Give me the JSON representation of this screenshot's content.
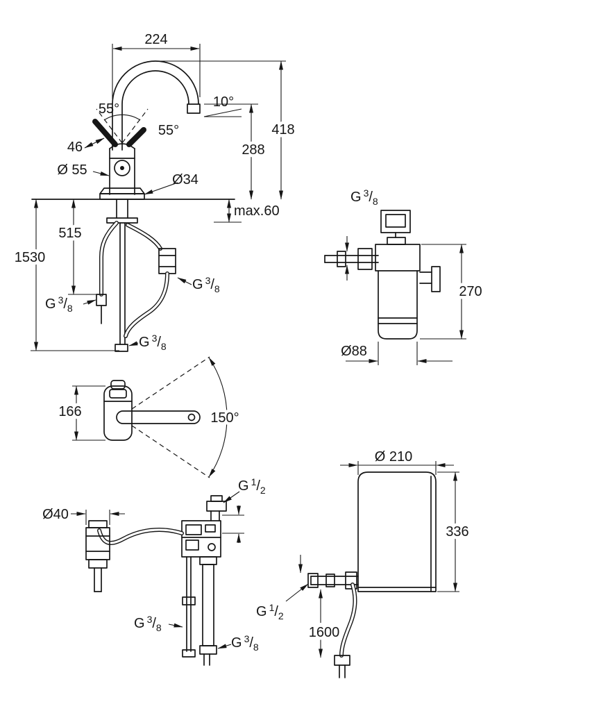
{
  "drawing": {
    "background": "#ffffff",
    "line_color": "#161616",
    "views": {
      "faucet_side": {
        "width_top": "224",
        "spout_angle": "10°",
        "lever_angle_left": "55°",
        "lever_angle_right": "55°",
        "lever_width": "46",
        "body_diameter": "Ø 55",
        "base_diameter": "Ø34",
        "height_total": "418",
        "height_spout": "288",
        "counter_max": "max.60",
        "hose_length_short": "515",
        "hose_length_total": "1530"
      },
      "filter": {
        "height": "270",
        "diameter": "Ø88"
      },
      "top_view": {
        "depth": "166",
        "swivel_angle": "150°"
      },
      "installation": {
        "valve_diameter": "Ø40"
      },
      "boiler": {
        "diameter": "Ø 210",
        "height": "336",
        "hose_length": "1600"
      }
    },
    "threads": {
      "g38": {
        "base": "G",
        "sup": "3",
        "slash": "/",
        "sub": "8"
      },
      "g12": {
        "base": "G",
        "sup": "1",
        "slash": "/",
        "sub": "2"
      }
    }
  }
}
